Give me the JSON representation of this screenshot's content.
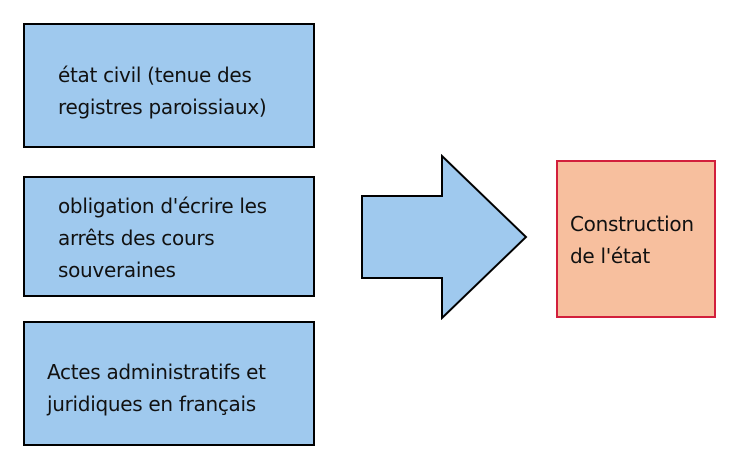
{
  "causes": [
    {
      "lines": [
        "état civil (tenue des",
        "registres paroissiaux)"
      ]
    },
    {
      "lines": [
        "obligation d'écrire les",
        "arrêts des cours",
        "souveraines"
      ]
    },
    {
      "lines": [
        "Actes administratifs et",
        "juridiques en français"
      ]
    }
  ],
  "result": {
    "lines": [
      "Construction",
      "de l'état"
    ]
  },
  "colors": {
    "cause_fill": "#9fc9ee",
    "cause_border": "#000000",
    "arrow_fill": "#9fc9ee",
    "result_fill": "#f7bf9e",
    "result_border": "#d21f3c"
  }
}
